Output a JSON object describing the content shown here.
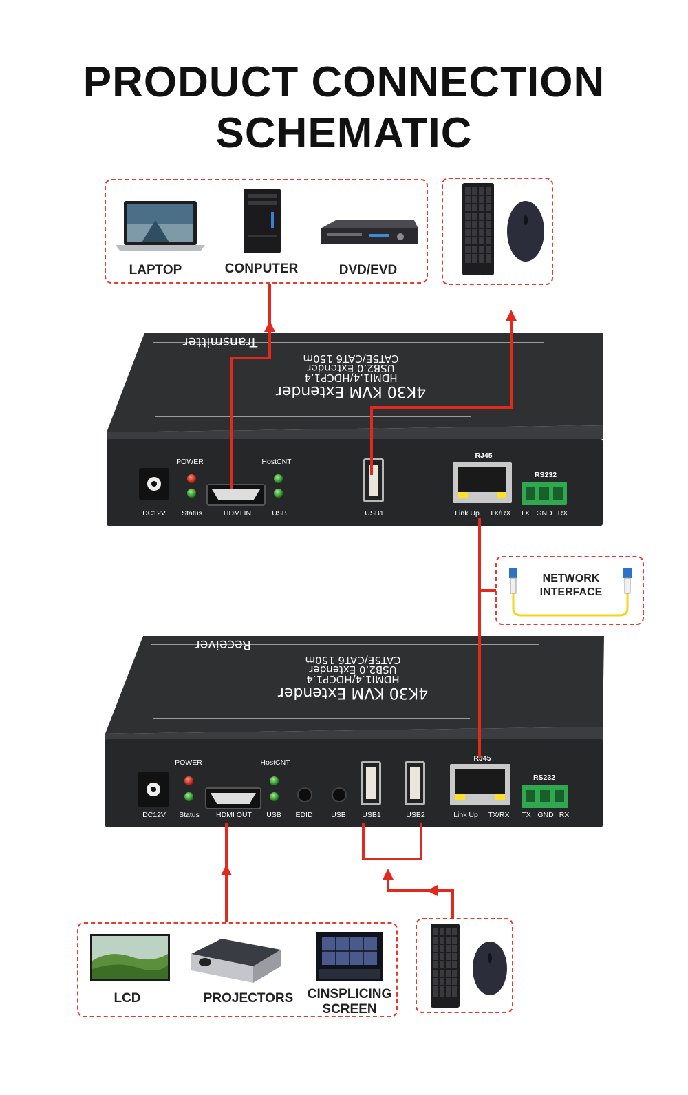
{
  "title": {
    "line1": "PRODUCT CONNECTION",
    "line2": "SCHEMATIC"
  },
  "sources": [
    {
      "label": "LAPTOP",
      "icon": "laptop-icon"
    },
    {
      "label": "CONPUTER",
      "icon": "computer-tower-icon"
    },
    {
      "label": "DVD/EVD",
      "icon": "dvd-player-icon"
    }
  ],
  "displays": [
    {
      "label": "LCD",
      "icon": "lcd-screen-icon"
    },
    {
      "label": "PROJECTORS",
      "icon": "projector-icon"
    },
    {
      "label": "CINSPLICING\nSCREEN",
      "line1": "CINSPLICING",
      "line2": "SCREEN",
      "icon": "splicing-screen-icon"
    }
  ],
  "network": {
    "line1": "NETWORK",
    "line2": "INTERFACE"
  },
  "transmitter": {
    "lid_name": "Transmitter",
    "lid_line1": "4K30 KVM Extender",
    "lid_line2": "HDMI1.4/HDCP1.4",
    "lid_line3": "USB2.0 Extender",
    "lid_line4": "CAT5E/CAT6 150m",
    "power": "POWER",
    "hostcnt": "HostCNT",
    "dc": "DC12V",
    "status": "Status",
    "hdmi": "HDMI IN",
    "usb": "USB",
    "usb1": "USB1",
    "rj45": "RJ45",
    "linkup": "Link Up",
    "txrx": "TX/RX",
    "rs232": "RS232",
    "tx": "TX",
    "gnd": "GND",
    "rx": "RX"
  },
  "receiver": {
    "lid_name": "Receiver",
    "lid_line1": "4K30 KVM Extender",
    "lid_line2": "HDMI1.4/HDCP1.4",
    "lid_line3": "USB2.0 Extender",
    "lid_line4": "CAT5E/CAT6 150m",
    "power": "POWER",
    "hostcnt": "HostCNT",
    "dc": "DC12V",
    "status": "Status",
    "hdmi": "HDMI OUT",
    "usb": "USB",
    "edid": "EDID",
    "usb_btn": "USB",
    "usb1": "USB1",
    "usb2": "USB2",
    "rj45": "RJ45",
    "linkup": "Link Up",
    "txrx": "TX/RX",
    "rs232": "RS232",
    "tx": "TX",
    "gnd": "GND",
    "rx": "RX"
  },
  "colors": {
    "accent_red": "#e02a1e",
    "dashed_border": "#e53a2e",
    "device_body": "#2a2b2d",
    "led_green": "#3fbf2a",
    "led_red": "#d21a0e",
    "terminal_green": "#2fa84f"
  }
}
